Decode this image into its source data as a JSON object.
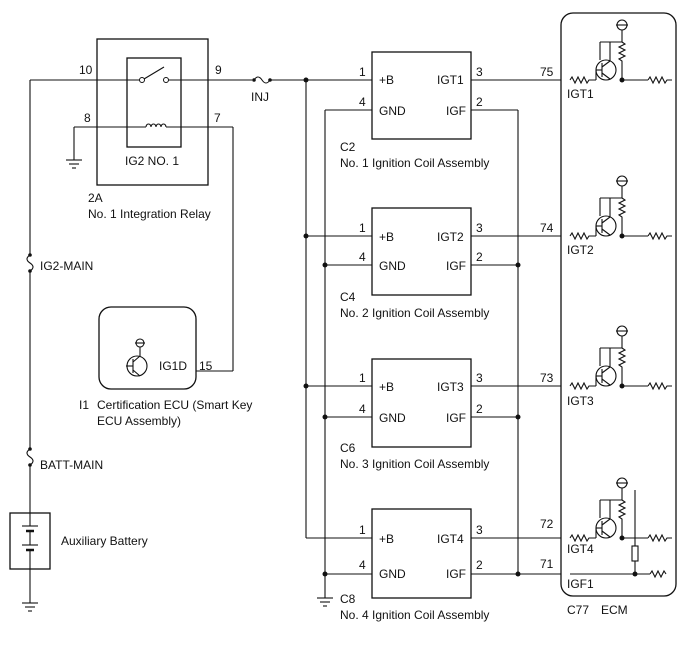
{
  "relay": {
    "box_code": "2A",
    "name": "No. 1 Integration Relay",
    "relay_label": "IG2 NO. 1",
    "pins": [
      "10",
      "9",
      "8",
      "7"
    ]
  },
  "fuses": {
    "inj": "INJ",
    "ig2_main": "IG2-MAIN",
    "batt_main": "BATT-MAIN"
  },
  "battery": {
    "label": "Auxiliary Battery"
  },
  "cert_ecu": {
    "code": "I1",
    "name_line1": "Certification ECU (Smart Key",
    "name_line2": "ECU Assembly)",
    "pin_name": "IG1D",
    "pin_num": "15"
  },
  "coils": [
    {
      "code": "C2",
      "name": "No. 1 Ignition Coil Assembly",
      "b_label": "+B",
      "gnd_label": "GND",
      "igt_label": "IGT1",
      "igf_label": "IGF",
      "pin_b": "1",
      "pin_gnd": "4",
      "pin_igt": "3",
      "pin_igf": "2"
    },
    {
      "code": "C4",
      "name": "No. 2 Ignition Coil Assembly",
      "b_label": "+B",
      "gnd_label": "GND",
      "igt_label": "IGT2",
      "igf_label": "IGF",
      "pin_b": "1",
      "pin_gnd": "4",
      "pin_igt": "3",
      "pin_igf": "2"
    },
    {
      "code": "C6",
      "name": "No. 3 Ignition Coil Assembly",
      "b_label": "+B",
      "gnd_label": "GND",
      "igt_label": "IGT3",
      "igf_label": "IGF",
      "pin_b": "1",
      "pin_gnd": "4",
      "pin_igt": "3",
      "pin_igf": "2"
    },
    {
      "code": "C8",
      "name": "No. 4 Ignition Coil Assembly",
      "b_label": "+B",
      "gnd_label": "GND",
      "igt_label": "IGT4",
      "igf_label": "IGF",
      "pin_b": "1",
      "pin_gnd": "4",
      "pin_igt": "3",
      "pin_igf": "2"
    }
  ],
  "ecm": {
    "code": "C77",
    "name": "ECM",
    "inputs": [
      {
        "label": "IGT1",
        "pin": "75"
      },
      {
        "label": "IGT2",
        "pin": "74"
      },
      {
        "label": "IGT3",
        "pin": "73"
      },
      {
        "label": "IGT4",
        "pin": "72"
      },
      {
        "label": "IGF1",
        "pin": "71"
      }
    ]
  }
}
